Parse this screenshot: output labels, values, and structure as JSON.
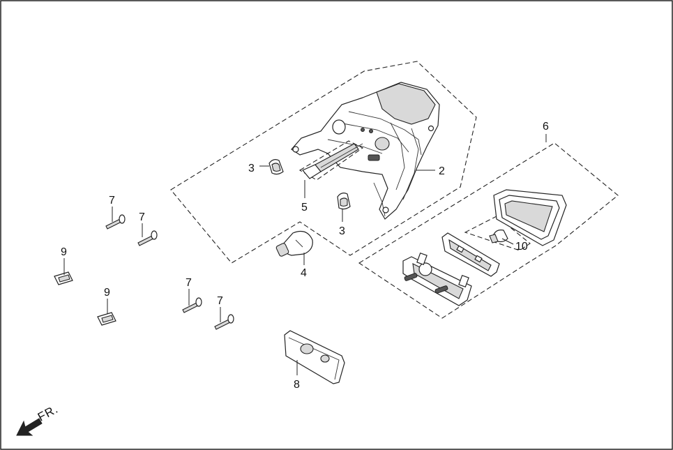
{
  "diagram": {
    "direction_label": "FR.",
    "callouts": [
      {
        "id": "c2",
        "text": "2"
      },
      {
        "id": "c3a",
        "text": "3"
      },
      {
        "id": "c3b",
        "text": "3"
      },
      {
        "id": "c4",
        "text": "4"
      },
      {
        "id": "c5",
        "text": "5"
      },
      {
        "id": "c6",
        "text": "6"
      },
      {
        "id": "c7a",
        "text": "7"
      },
      {
        "id": "c7b",
        "text": "7"
      },
      {
        "id": "c7c",
        "text": "7"
      },
      {
        "id": "c7d",
        "text": "7"
      },
      {
        "id": "c8",
        "text": "8"
      },
      {
        "id": "c9a",
        "text": "9"
      },
      {
        "id": "c9b",
        "text": "9"
      },
      {
        "id": "c10",
        "text": "10"
      }
    ]
  }
}
